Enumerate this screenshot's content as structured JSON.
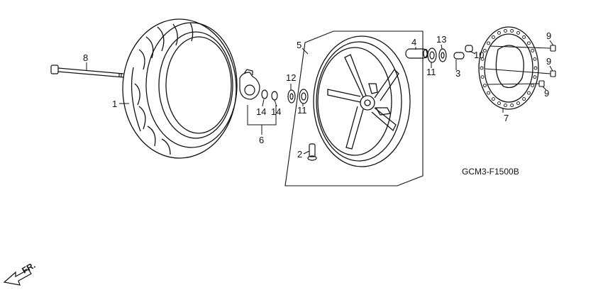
{
  "diagram_code": "GCM3-F1500B",
  "direction_label": "FR.",
  "parts": {
    "tire": "1",
    "valve": "2",
    "collar": "3",
    "spacer": "4",
    "wheel": "5",
    "gearbox_set": "6",
    "disk": "7",
    "axle": "8",
    "bolt_a": "9",
    "bolt_b": "9",
    "bolt_c": "9",
    "collar_small": "10",
    "bearing_left": "11",
    "bearing_right": "11",
    "seal_left": "12",
    "seal_right": "13",
    "washer_a": "14",
    "washer_b": "14"
  },
  "colors": {
    "line": "#111111",
    "background": "#ffffff"
  }
}
